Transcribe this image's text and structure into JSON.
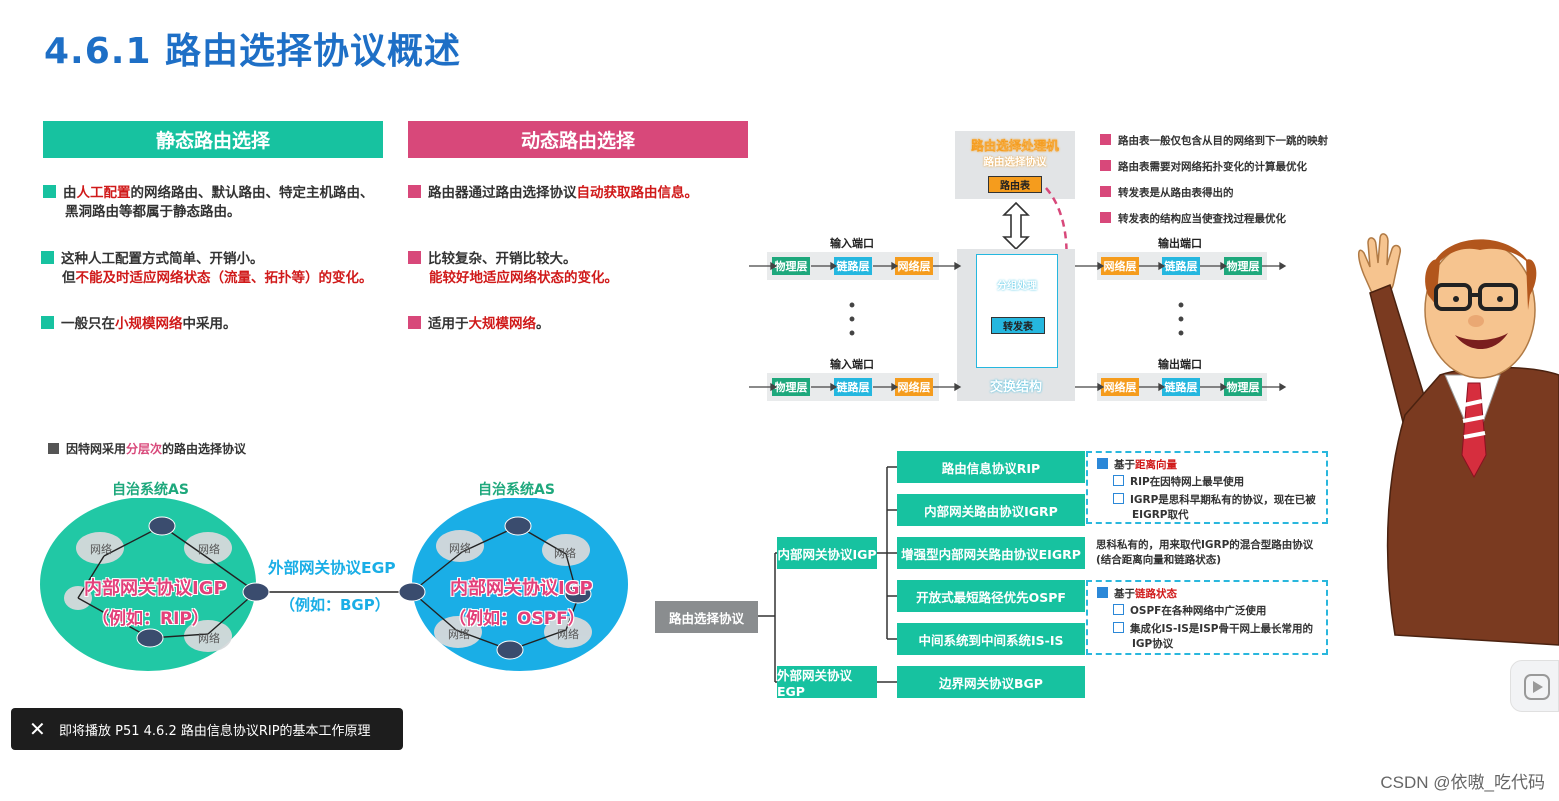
{
  "title": "4.6.1 路由选择协议概述",
  "static": {
    "header": "静态路由选择",
    "b1_pre": "由",
    "b1_red": "人工配置",
    "b1_post": "的网络路由、默认路由、特定主机路由、",
    "b1_line2": "黑洞路由等都属于静态路由。",
    "b2_line1": "这种人工配置方式简单、开销小。",
    "b2_pre": "但",
    "b2_red": "不能及时适应网络状态（流量、拓扑等）的变化。",
    "b3_pre": "一般只在",
    "b3_red": "小规模网络",
    "b3_post": "中采用。"
  },
  "dynamic": {
    "header": "动态路由选择",
    "b1_pre": "路由器通过路由选择协议",
    "b1_red": "自动获取路由信息。",
    "b2_line1": "比较复杂、开销比较大。",
    "b2_red": "能较好地适应网络状态的变化。",
    "b3_pre": "适用于",
    "b3_red": "大规模网络",
    "b3_post": "。"
  },
  "router": {
    "proc_title1": "路由选择处理机",
    "proc_title2": "路由选择协议",
    "routing_table": "路由表",
    "switch_sub": "分组处理",
    "forwarding_table": "转发表",
    "switch_fabric": "交换结构",
    "input_port": "输入端口",
    "output_port": "输出端口",
    "phy": "物理层",
    "link": "链路层",
    "net": "网络层",
    "notes": [
      "路由表一般仅包含从目的网络到下一跳的映射",
      "路由表需要对网络拓扑变化的计算最优化",
      "转发表是从路由表得出的",
      "转发表的结构应当使查找过程最优化"
    ]
  },
  "hier": {
    "caption_pre": "因特网采用",
    "caption_pink": "分层次",
    "caption_post": "的路由选择协议",
    "as_label": "自治系统AS",
    "network": "网络",
    "igp": "内部网关协议IGP",
    "rip_eg": "（例如：RIP）",
    "ospf_eg": "（例如：OSPF）",
    "egp": "外部网关协议EGP",
    "bgp_eg": "（例如：BGP）"
  },
  "tree": {
    "root": "路由选择协议",
    "igp": "内部网关协议IGP",
    "egp": "外部网关协议EGP",
    "rip": "路由信息协议RIP",
    "igrp": "内部网关路由协议IGRP",
    "eigrp": "增强型内部网关路由协议EIGRP",
    "ospf": "开放式最短路径优先OSPF",
    "isis": "中间系统到中间系统IS-IS",
    "bgp": "边界网关协议BGP",
    "dv_pre": "基于",
    "dv_red": "距离向量",
    "rip_note": "RIP在因特网上最早使用",
    "igrp_note1": "IGRP是思科早期私有的协议，现在已被",
    "igrp_note2": "EIGRP取代",
    "eigrp_note1": "思科私有的，用来取代IGRP的混合型路由协议",
    "eigrp_note2": "(结合距离向量和链路状态)",
    "ls_pre": "基于",
    "ls_red": "链路状态",
    "ospf_note": "OSPF在各种网络中广泛使用",
    "isis_note1": "集成化IS-IS是ISP骨干网上最长常用的",
    "isis_note2": "IGP协议"
  },
  "toast": {
    "text": "即将播放 P51 4.6.2 路由信息协议RIP的基本工作原理"
  },
  "watermark": "CSDN @依嗷_吃代码"
}
